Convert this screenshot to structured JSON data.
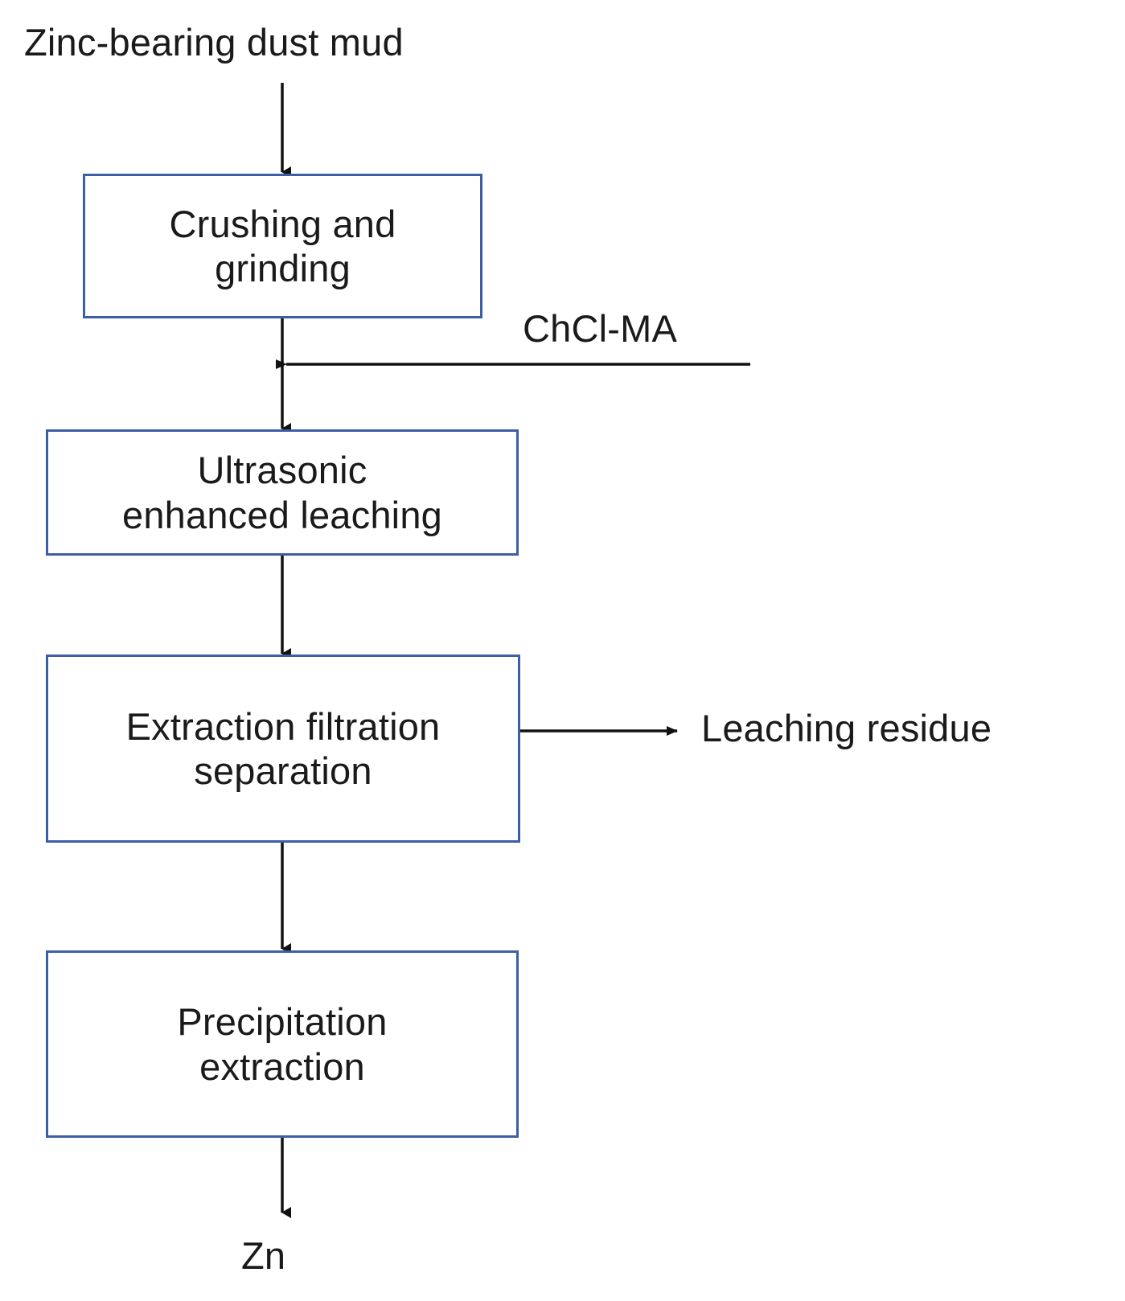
{
  "diagram": {
    "title_text": "Zinc-bearing dust mud",
    "type": "process-flowchart",
    "accent_color": "#3B5EA5",
    "text_color": "#1a1a1a",
    "background_color": "#ffffff",
    "arrow_color": "#111111",
    "nodes": [
      {
        "id": "input",
        "kind": "text",
        "label": "Zinc-bearing dust mud"
      },
      {
        "id": "crushing",
        "kind": "box",
        "label": "Crushing and\ngrinding"
      },
      {
        "id": "reagent",
        "kind": "text",
        "label": "ChCl-MA"
      },
      {
        "id": "leaching",
        "kind": "box",
        "label": "Ultrasonic\nenhanced leaching"
      },
      {
        "id": "separation",
        "kind": "box",
        "label": "Extraction filtration\nseparation"
      },
      {
        "id": "residue",
        "kind": "text",
        "label": "Leaching residue"
      },
      {
        "id": "precipitation",
        "kind": "box",
        "label": "Precipitation\nextraction"
      },
      {
        "id": "output",
        "kind": "text",
        "label": "Zn"
      }
    ],
    "edges": [
      {
        "from": "input",
        "to": "crushing",
        "direction": "down"
      },
      {
        "from": "reagent",
        "to": "crushing-leaching-link",
        "direction": "left"
      },
      {
        "from": "crushing",
        "to": "leaching",
        "direction": "down"
      },
      {
        "from": "leaching",
        "to": "separation",
        "direction": "down"
      },
      {
        "from": "separation",
        "to": "residue",
        "direction": "right"
      },
      {
        "from": "separation",
        "to": "precipitation",
        "direction": "down"
      },
      {
        "from": "precipitation",
        "to": "output",
        "direction": "down"
      }
    ]
  }
}
